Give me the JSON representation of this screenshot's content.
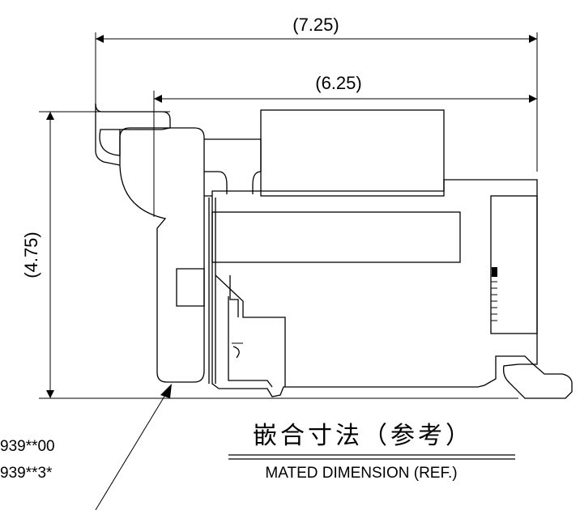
{
  "dimensions": {
    "overall_width": "(7.25)",
    "body_width": "(6.25)",
    "height": "(4.75)"
  },
  "title": {
    "japanese": "嵌合寸法（参考）",
    "english": "MATED DIMENSION (REF.)"
  },
  "part_numbers": [
    "939**00",
    "939**3*"
  ]
}
